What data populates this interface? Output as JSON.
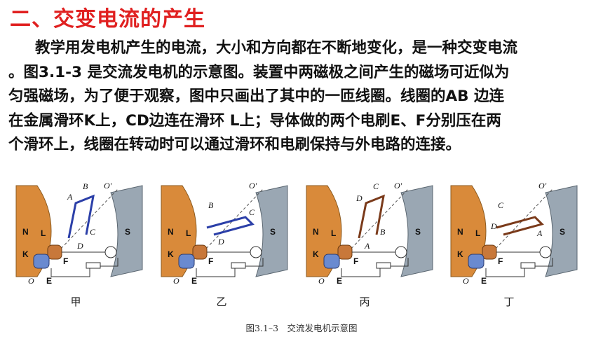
{
  "heading": "二、交变电流的产生",
  "paragraph_lines": [
    "教学用发电机产生的电流，大小和方向都在不断地变化，是一种交变电流",
    "。图3.1-3 是交流发电机的示意图。装置中两磁极之间产生的磁场可近似为",
    "匀强磁场，为了便于观察，图中只画出了其中的一匝线圈。线圈的AB 边连",
    "在金属滑环K上，CD边连在滑环 L上；导体做的两个电刷E、F分别压在两",
    "个滑环上，线圈在转动时可以通过滑环和电刷保持与外电路的连接。"
  ],
  "figure": {
    "panels": [
      {
        "label": "甲",
        "pole_n": "N",
        "pole_s": "S",
        "axis_top": "O'",
        "axis_bottom": "O",
        "corners": [
          "A",
          "B",
          "C",
          "D"
        ],
        "rings": [
          "K",
          "L"
        ],
        "brushes": [
          "E",
          "F"
        ]
      },
      {
        "label": "乙",
        "pole_n": "N",
        "pole_s": "S",
        "axis_top": "O'",
        "axis_bottom": "O",
        "corners": [
          "B",
          "C",
          "D"
        ],
        "rings": [
          "K",
          "L"
        ],
        "brushes": [
          "E",
          "F"
        ]
      },
      {
        "label": "丙",
        "pole_n": "N",
        "pole_s": "S",
        "axis_top": "O'",
        "axis_bottom": "O",
        "corners": [
          "C",
          "D",
          "A",
          "B"
        ],
        "rings": [
          "K",
          "L"
        ],
        "brushes": [
          "E",
          "F"
        ]
      },
      {
        "label": "丁",
        "pole_n": "N",
        "pole_s": "S",
        "axis_top": "O'",
        "axis_bottom": "O",
        "corners": [
          "C",
          "D",
          "A"
        ],
        "rings": [
          "K",
          "L"
        ],
        "brushes": [
          "E",
          "F"
        ]
      }
    ],
    "caption": "图3.1–3　交流发电机示意图"
  },
  "colors": {
    "heading": "#e02020",
    "coil": "#2b3fa8",
    "coil_alt": "#7a3a1a",
    "magnet_n": "#d98a3a",
    "magnet_s": "#9aa7b3"
  }
}
